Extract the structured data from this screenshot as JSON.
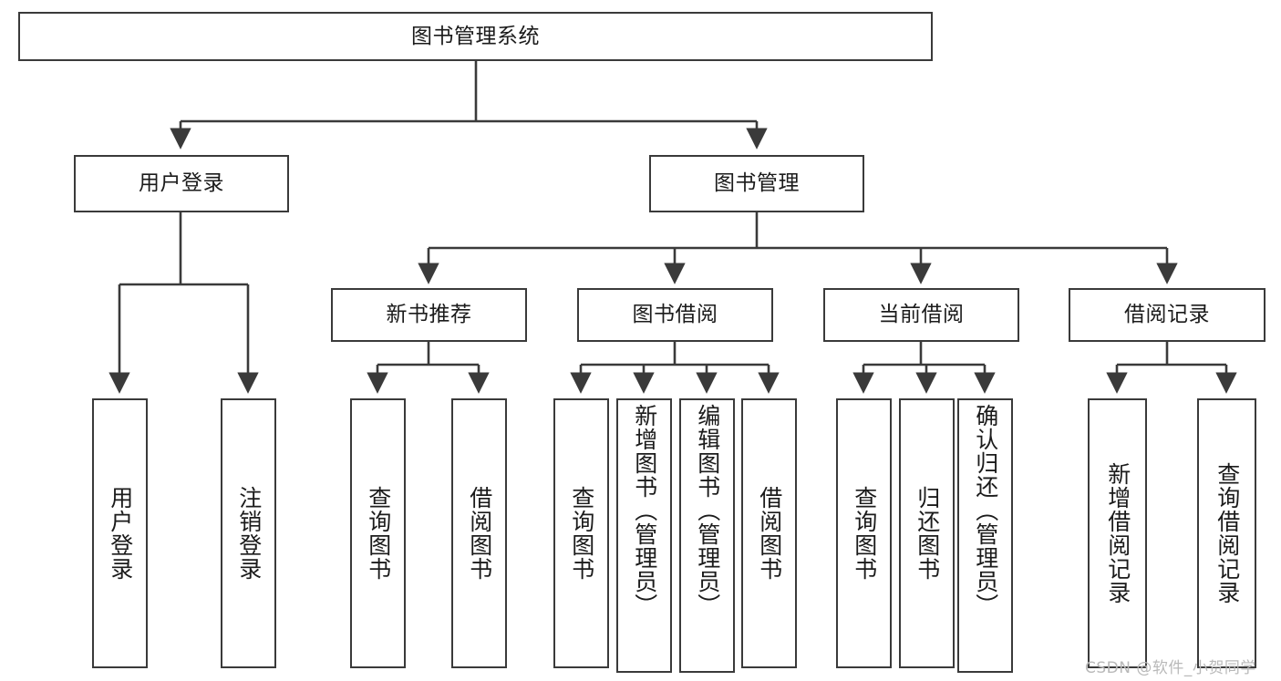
{
  "diagram": {
    "title": "图书管理系统",
    "type": "tree-hierarchy",
    "root": {
      "id": "root",
      "label": "图书管理系统"
    },
    "level2": [
      {
        "id": "user-login",
        "label": "用户登录"
      },
      {
        "id": "book-management",
        "label": "图书管理"
      }
    ],
    "level3": [
      {
        "id": "new-book-recommend",
        "label": "新书推荐",
        "parent": "book-management"
      },
      {
        "id": "book-borrow",
        "label": "图书借阅",
        "parent": "book-management"
      },
      {
        "id": "current-borrow",
        "label": "当前借阅",
        "parent": "book-management"
      },
      {
        "id": "borrow-record",
        "label": "借阅记录",
        "parent": "book-management"
      }
    ],
    "leaves": [
      {
        "id": "leaf-user-login",
        "label": "用户登录",
        "parent": "user-login"
      },
      {
        "id": "leaf-logout-login",
        "label": "注销登录",
        "parent": "user-login"
      },
      {
        "id": "leaf-query-book-1",
        "label": "查询图书",
        "parent": "new-book-recommend"
      },
      {
        "id": "leaf-borrow-book-1",
        "label": "借阅图书",
        "parent": "new-book-recommend"
      },
      {
        "id": "leaf-query-book-2",
        "label": "查询图书",
        "parent": "book-borrow"
      },
      {
        "id": "leaf-add-book",
        "label": "新增图书（管理员）",
        "parent": "book-borrow"
      },
      {
        "id": "leaf-edit-book",
        "label": "编辑图书（管理员）",
        "parent": "book-borrow"
      },
      {
        "id": "leaf-borrow-book-2",
        "label": "借阅图书",
        "parent": "book-borrow"
      },
      {
        "id": "leaf-query-book-3",
        "label": "查询图书",
        "parent": "current-borrow"
      },
      {
        "id": "leaf-return-book",
        "label": "归还图书",
        "parent": "current-borrow"
      },
      {
        "id": "leaf-confirm-return",
        "label": "确认归还（管理员）",
        "parent": "current-borrow"
      },
      {
        "id": "leaf-add-record",
        "label": "新增借阅记录",
        "parent": "borrow-record"
      },
      {
        "id": "leaf-query-record",
        "label": "查询借阅记录",
        "parent": "borrow-record"
      }
    ],
    "watermark": "CSDN @软件_小贺同学",
    "colors": {
      "stroke": "#3a3a3a",
      "text": "#1b1b1b",
      "background": "#ffffff",
      "watermark": "#b9b9b9"
    }
  }
}
